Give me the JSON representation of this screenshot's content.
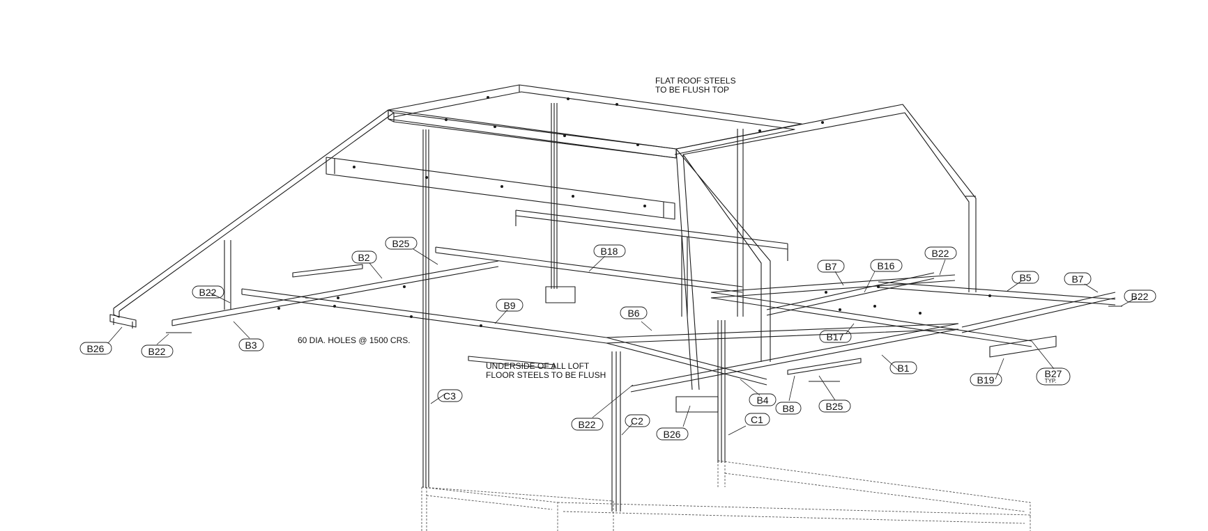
{
  "notes": {
    "flat_roof_line1": "FLAT ROOF STEELS",
    "flat_roof_line2": "TO BE FLUSH TOP",
    "holes": "60 DIA. HOLES @ 1500 CRS.",
    "underside_line1": "UNDERSIDE OF ALL LOFT",
    "underside_line2": "FLOOR STEELS TO BE FLUSH"
  },
  "tags": {
    "b26_left": "B26",
    "b22_left_low": "B22",
    "b22_left_mid": "B22",
    "b3": "B3",
    "b2": "B2",
    "b25_top": "B25",
    "b18": "B18",
    "b9": "B9",
    "b6": "B6",
    "c3": "C3",
    "b22_mid_low": "B22",
    "c2": "C2",
    "b26_mid": "B26",
    "b4": "B4",
    "b8": "B8",
    "b25_low": "B25",
    "c1": "C1",
    "b17": "B17",
    "b1": "B1",
    "b7_left": "B7",
    "b16": "B16",
    "b22_right_top": "B22",
    "b5": "B5",
    "b7_right": "B7",
    "b22_right": "B22",
    "b19": "B19",
    "b27": "B27",
    "b27_typ": "TYP."
  }
}
